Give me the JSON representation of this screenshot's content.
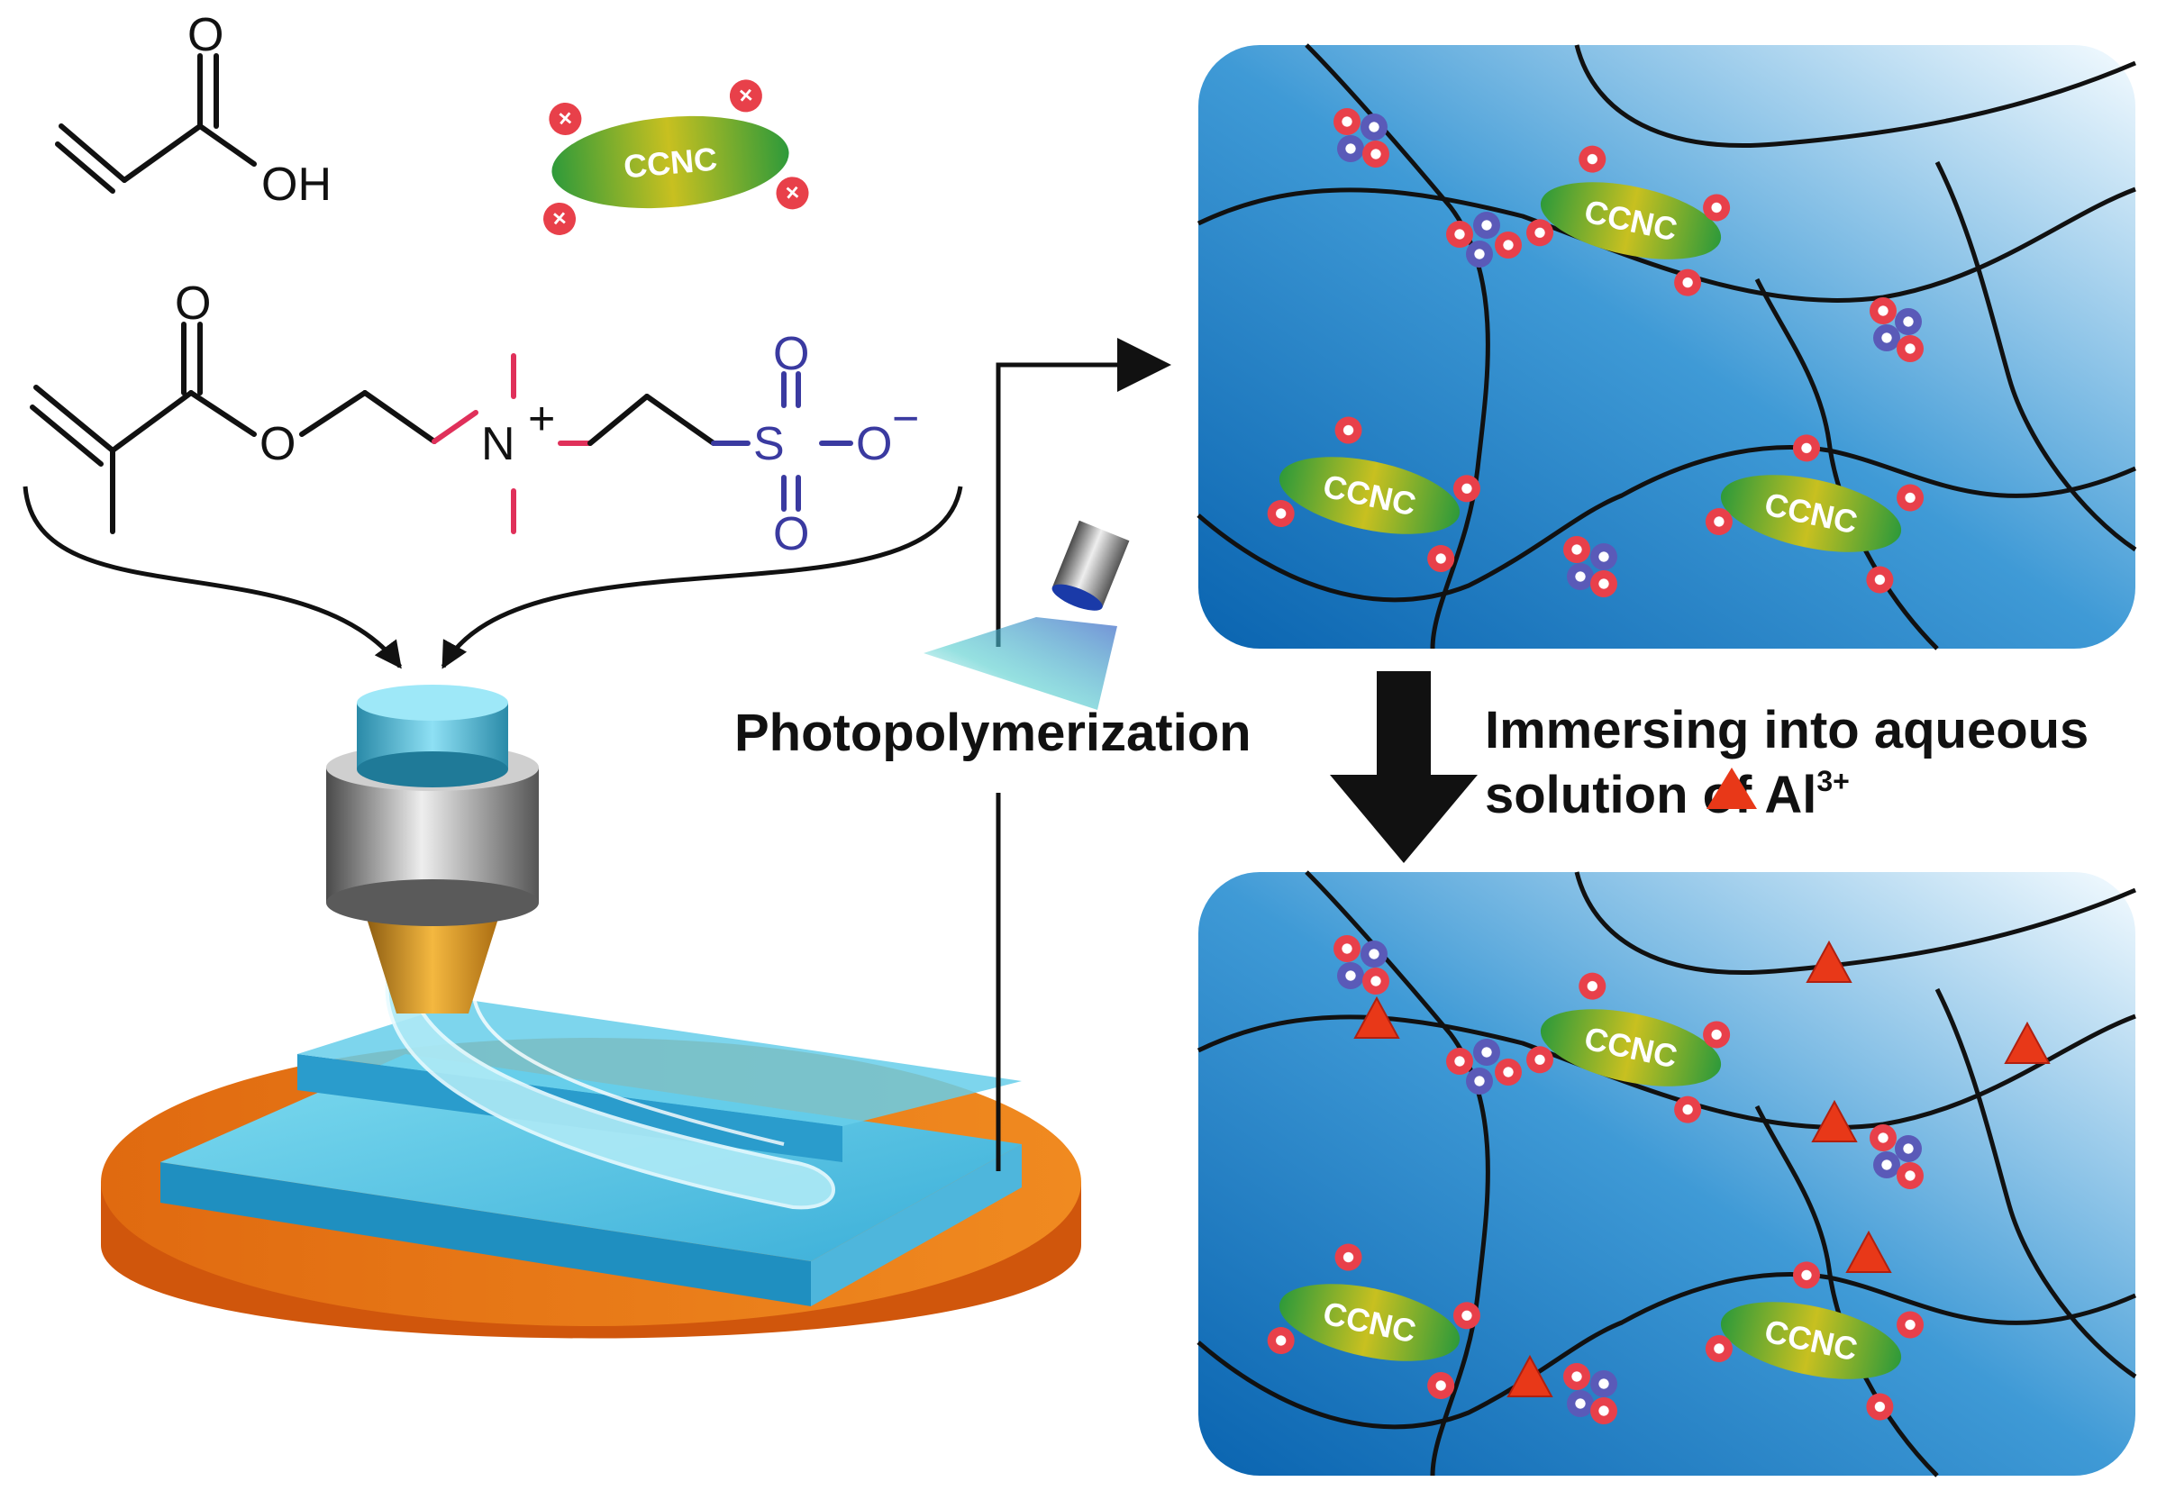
{
  "labels": {
    "ccnc": "CCNC",
    "photopolymerization": "Photopolymerization",
    "immersing_line1": "Immersing into aqueous",
    "immersing_line2": "solution of Al",
    "al_superscript": "3+"
  },
  "chemistry": {
    "acrylic_acid": {
      "o": "O",
      "oh": "OH"
    },
    "monomer": {
      "o_carbonyl": "O",
      "o_ester": "O",
      "n": "N",
      "n_charge": "+",
      "s": "S",
      "o_top": "O",
      "o_bottom": "O",
      "o_minus": "O",
      "o_charge": "−"
    }
  },
  "icons": {
    "positive_charge": "×",
    "negative_charge": "−"
  },
  "colors": {
    "hydrogel_blue": "#1a7fc4",
    "cation_red": "#e8404a",
    "anion_blue": "#5a5ab8",
    "ccnc_green": "#2e9a3a",
    "al_ion": "#e83818",
    "plate_orange": "#f08a20",
    "nozzle_gold": "#d48a18",
    "cation_bond": "#e0305a",
    "anion_bond": "#3a3aa0"
  }
}
